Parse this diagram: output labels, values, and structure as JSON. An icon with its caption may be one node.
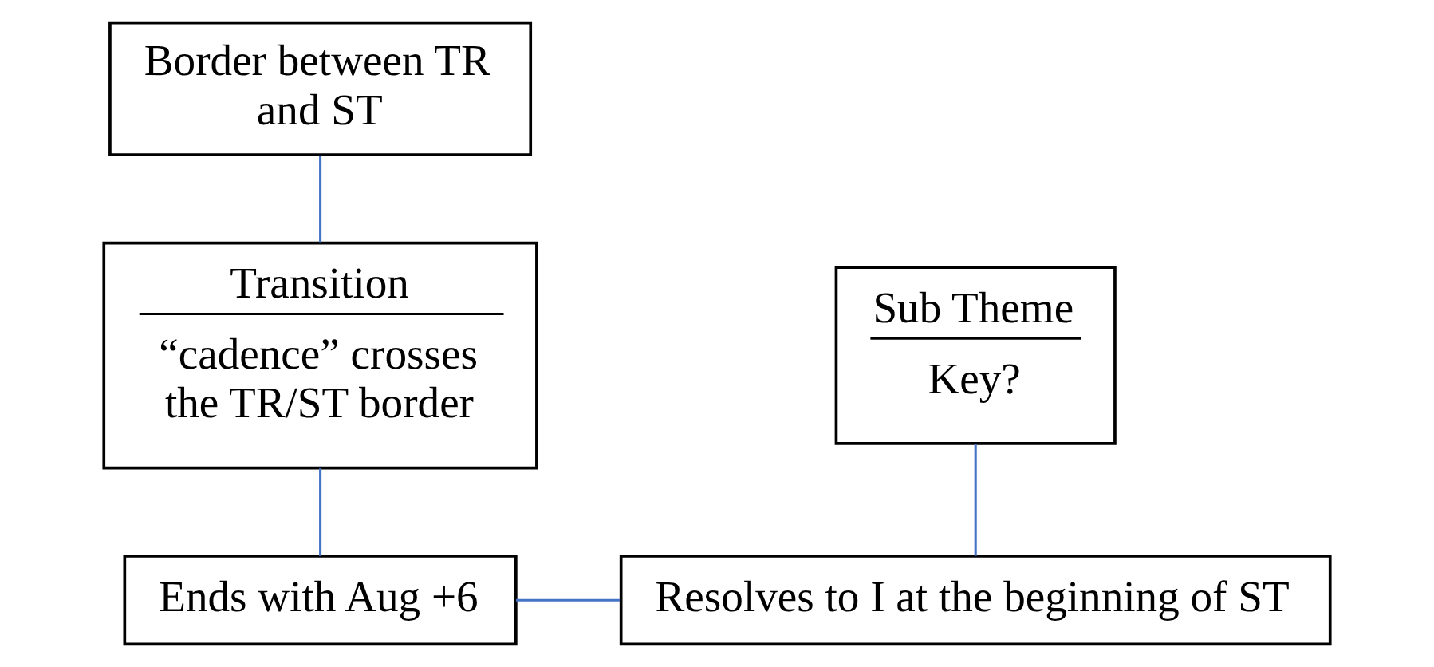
{
  "diagram": {
    "nodes": [
      {
        "text": [
          "Border between TR and ST"
        ]
      },
      {
        "text": [
          "Transition",
          "“cadence” crosses the TR/ST border"
        ]
      },
      {
        "text": [
          "Sub Theme",
          "Key?"
        ]
      },
      {
        "text": [
          "Ends with Aug +6"
        ]
      },
      {
        "text": [
          "Resolves to I at the beginning of ST"
        ]
      }
    ],
    "edges": [
      {
        "from": 0,
        "to": 1,
        "arrow": "none"
      },
      {
        "from": 1,
        "to": 3,
        "arrow": "none"
      },
      {
        "from": 3,
        "to": 4,
        "arrow": "none"
      },
      {
        "from": 2,
        "to": 4,
        "arrow": "none"
      }
    ]
  }
}
